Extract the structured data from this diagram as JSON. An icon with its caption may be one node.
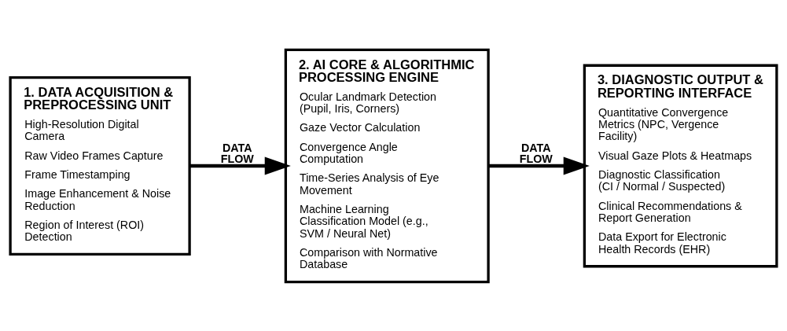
{
  "diagram": {
    "nodes": [
      {
        "text": [
          "1. DATA ACQUISITION & PREPROCESSING UNIT",
          "High-Resolution Digital Camera",
          "Raw Video Frames Capture",
          "Frame Timestamping",
          "Image Enhancement & Noise Reduction",
          "Region of Interest (ROI) Detection"
        ]
      },
      {
        "text": [
          "2. AI CORE & ALGORITHMIC PROCESSING ENGINE",
          "Ocular Landmark Detection (Pupil, Iris, Corners)",
          "Gaze Vector Calculation",
          "Convergence Angle Computation",
          "Time-Series Analysis of Eye Movement",
          "Machine Learning Classification Model (e.g., SVM / Neural Net)",
          "Comparison with Normative Database"
        ]
      },
      {
        "text": [
          "3. DIAGNOSTIC OUTPUT & REPORTING INTERFACE",
          "Quantitative Convergence Metrics (NPC, Vergence Facility)",
          "Visual Gaze Plots & Heatmaps",
          "Diagnostic Classification (CI / Normal / Suspected)",
          "Clinical Recommendations & Report Generation",
          "Data Export for Electronic Health Records (EHR)"
        ]
      }
    ],
    "edges": [
      {
        "from": 0,
        "to": 1,
        "arrow": "to",
        "label": "DATA FLOW"
      },
      {
        "from": 1,
        "to": 2,
        "arrow": "to",
        "label": "DATA FLOW"
      }
    ]
  }
}
